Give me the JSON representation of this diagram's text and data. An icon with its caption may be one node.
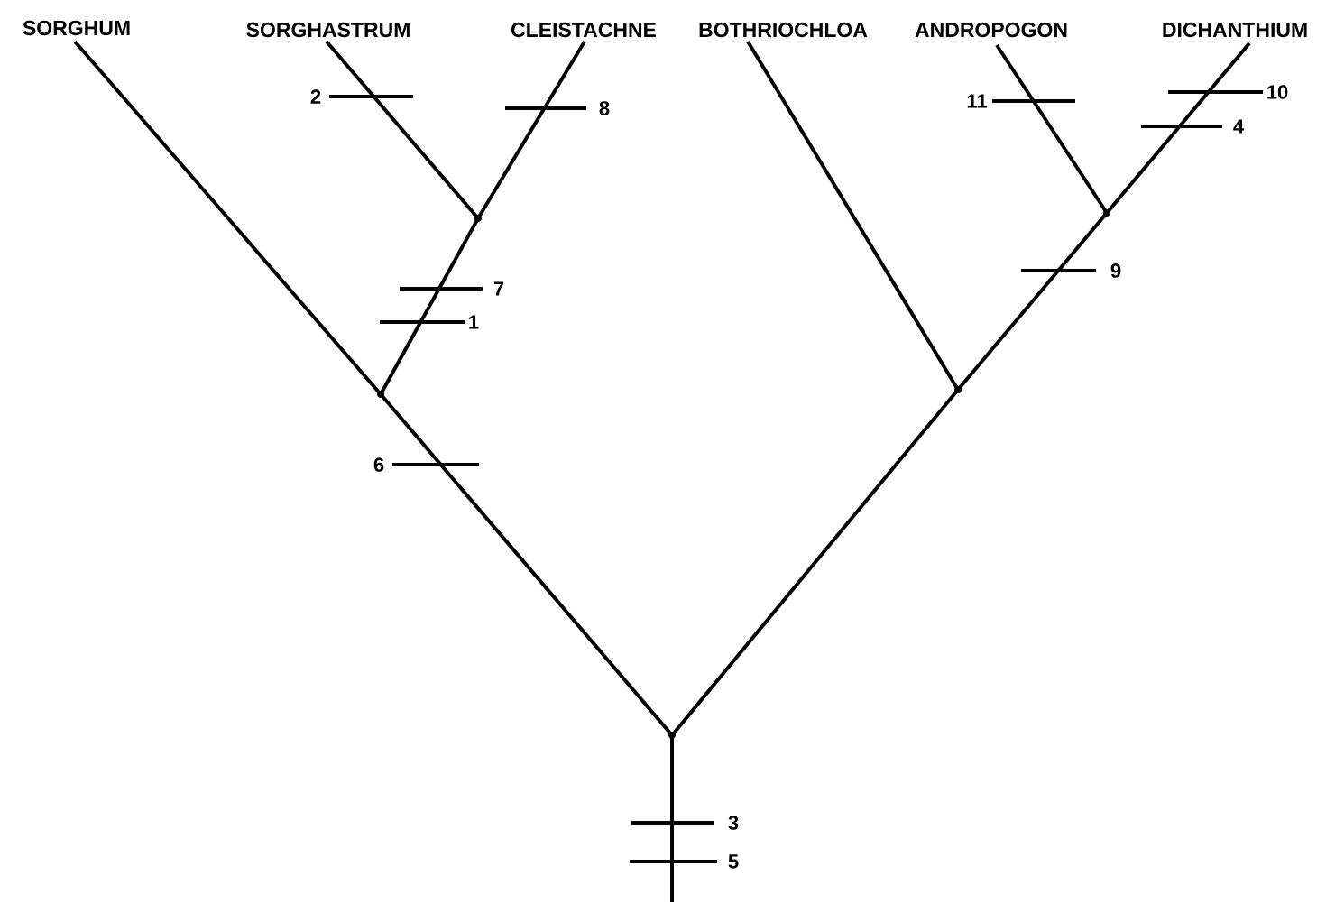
{
  "diagram": {
    "nodes": [
      {
        "text": [
          "SORGHUM"
        ]
      },
      {
        "text": [
          "SORGHASTRUM"
        ]
      },
      {
        "text": [
          "CLEISTACHNE"
        ]
      },
      {
        "text": [
          "BOTHRIOCHLOA"
        ]
      },
      {
        "text": [
          "ANDROPOGON"
        ]
      },
      {
        "text": [
          "DICHANTHIUM"
        ]
      },
      {
        "text": [],
        "shape": "point"
      },
      {
        "text": [],
        "shape": "point"
      },
      {
        "text": [],
        "shape": "point"
      },
      {
        "text": [],
        "shape": "point"
      },
      {
        "text": [],
        "shape": "point"
      }
    ],
    "edges": [
      {
        "from": null,
        "to": 6,
        "arrow": "none"
      },
      {
        "from": 6,
        "to": 7,
        "arrow": "none"
      },
      {
        "from": 7,
        "to": 0,
        "arrow": "none"
      },
      {
        "from": 7,
        "to": 8,
        "arrow": "none"
      },
      {
        "from": 8,
        "to": 1,
        "arrow": "none"
      },
      {
        "from": 8,
        "to": 2,
        "arrow": "none"
      },
      {
        "from": 6,
        "to": 9,
        "arrow": "none"
      },
      {
        "from": 9,
        "to": 3,
        "arrow": "none"
      },
      {
        "from": 9,
        "to": 10,
        "arrow": "none"
      },
      {
        "from": 10,
        "to": 4,
        "arrow": "none"
      },
      {
        "from": 10,
        "to": 5,
        "arrow": "none"
      }
    ],
    "labels": [
      "2",
      "8",
      "11",
      "10",
      "4",
      "9",
      "7",
      "1",
      "6",
      "3",
      "5"
    ]
  }
}
